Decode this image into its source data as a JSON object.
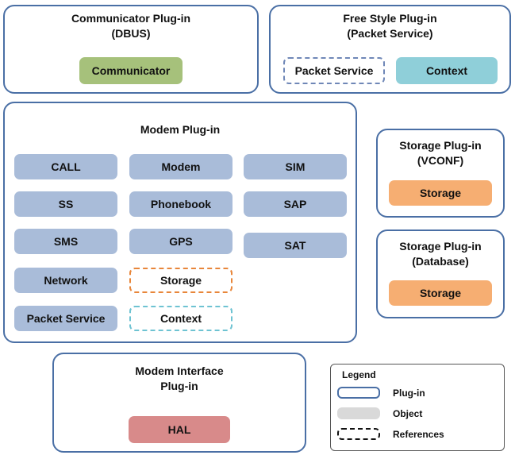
{
  "communicator_plugin": {
    "title": "Communicator Plug-in\n(DBUS)",
    "objects": [
      "Communicator"
    ]
  },
  "freestyle_plugin": {
    "title": "Free Style Plug-in\n(Packet Service)",
    "reference": "Packet Service",
    "object": "Context"
  },
  "modem_plugin": {
    "title": "Modem Plug-in",
    "objects": [
      "CALL",
      "Modem",
      "SIM",
      "SS",
      "Phonebook",
      "SAP",
      "SMS",
      "GPS",
      "SAT",
      "Network",
      "Packet Service"
    ],
    "references": [
      "Storage",
      "Context"
    ]
  },
  "storage_vconf_plugin": {
    "title": "Storage Plug-in\n(VCONF)",
    "object": "Storage"
  },
  "storage_db_plugin": {
    "title": "Storage Plug-in\n(Database)",
    "object": "Storage"
  },
  "modem_interface_plugin": {
    "title": "Modem Interface\nPlug-in",
    "object": "HAL"
  },
  "legend": {
    "title": "Legend",
    "items": [
      "Plug-in",
      "Object",
      "References"
    ]
  },
  "colors": {
    "plugin_border": "#4a6fa5",
    "object_blue": "#a9bcd9",
    "object_green": "#a6c17b",
    "object_cyan": "#8fcfd9",
    "object_orange": "#f6ae72",
    "object_red": "#d88a8a",
    "legend_object": "#d9d9d9"
  }
}
